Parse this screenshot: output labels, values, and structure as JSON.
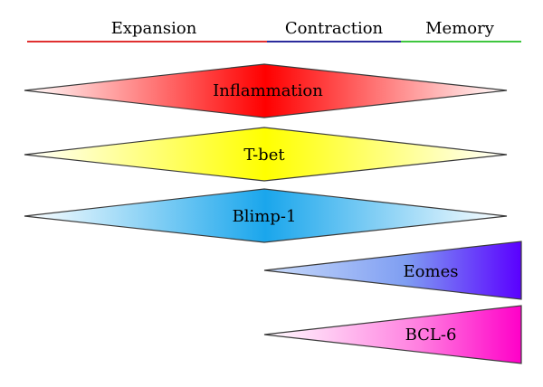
{
  "phases": [
    {
      "label": "Expansion",
      "color": "#e03030"
    },
    {
      "label": "Contraction",
      "color": "#2b2b9c"
    },
    {
      "label": "Memory",
      "color": "#3fc63f"
    }
  ],
  "factors": [
    {
      "label": "Inflammation",
      "color": "#ff0000"
    },
    {
      "label": "T-bet",
      "color": "#ffff00"
    },
    {
      "label": "Blimp-1",
      "color": "#1aa6ec"
    },
    {
      "label": "Eomes",
      "color": "#5a00ff",
      "start_color": "#9ab9f4"
    },
    {
      "label": "BCL-6",
      "color": "#ff00c8"
    }
  ]
}
